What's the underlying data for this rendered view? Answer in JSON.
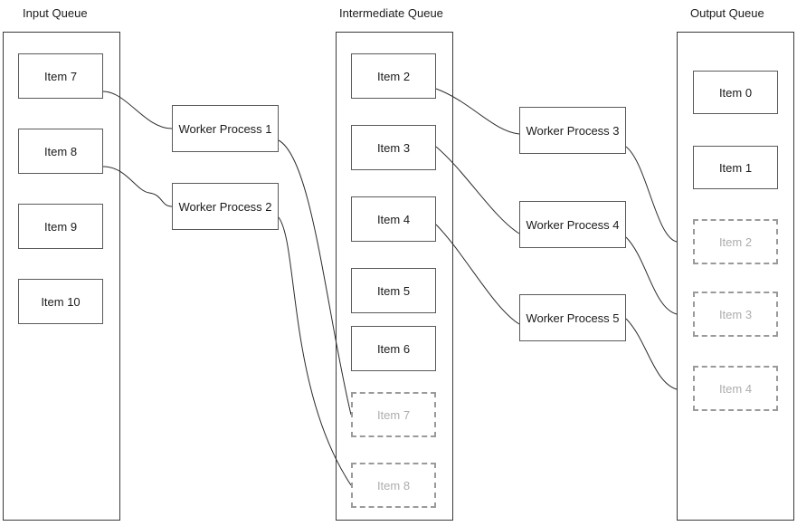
{
  "diagram": {
    "title_input": "Input Queue",
    "title_intermediate": "Intermediate Queue",
    "title_output": "Output Queue",
    "colors": {
      "background": "#ffffff",
      "box_stroke": "#5a5a5a",
      "container_stroke": "#3a3a3a",
      "edge_stroke": "#2b2b2b",
      "pending_stroke": "#9a9a9a",
      "pending_text": "#adadad",
      "text": "#1a1a1a"
    }
  },
  "input_queue": {
    "title": "Input Queue",
    "items": [
      {
        "label": "Item 7",
        "state": "active"
      },
      {
        "label": "Item 8",
        "state": "active"
      },
      {
        "label": "Item 9",
        "state": "active"
      },
      {
        "label": "Item 10",
        "state": "active"
      }
    ]
  },
  "intermediate_queue": {
    "title": "Intermediate Queue",
    "items": [
      {
        "label": "Item 2",
        "state": "active"
      },
      {
        "label": "Item 3",
        "state": "active"
      },
      {
        "label": "Item 4",
        "state": "active"
      },
      {
        "label": "Item 5",
        "state": "active"
      },
      {
        "label": "Item 6",
        "state": "active"
      },
      {
        "label": "Item 7",
        "state": "pending"
      },
      {
        "label": "Item 8",
        "state": "pending"
      }
    ]
  },
  "output_queue": {
    "title": "Output Queue",
    "items": [
      {
        "label": "Item 0",
        "state": "active"
      },
      {
        "label": "Item 1",
        "state": "active"
      },
      {
        "label": "Item 2",
        "state": "pending"
      },
      {
        "label": "Item 3",
        "state": "pending"
      },
      {
        "label": "Item 4",
        "state": "pending"
      }
    ]
  },
  "workers_stage1": [
    {
      "label": "Worker Process 1"
    },
    {
      "label": "Worker Process 2"
    }
  ],
  "workers_stage2": [
    {
      "label": "Worker Process 3"
    },
    {
      "label": "Worker Process 4"
    },
    {
      "label": "Worker Process 5"
    }
  ],
  "connections": [
    {
      "from": "input-item-0",
      "to": "worker-1"
    },
    {
      "from": "input-item-1",
      "to": "worker-2"
    },
    {
      "from": "worker-1",
      "to": "intermediate-item-5"
    },
    {
      "from": "worker-2",
      "to": "intermediate-item-6"
    },
    {
      "from": "intermediate-item-0",
      "to": "worker-3"
    },
    {
      "from": "intermediate-item-1",
      "to": "worker-4"
    },
    {
      "from": "intermediate-item-2",
      "to": "worker-5"
    },
    {
      "from": "worker-3",
      "to": "output-item-2"
    },
    {
      "from": "worker-4",
      "to": "output-item-3"
    },
    {
      "from": "worker-5",
      "to": "output-item-4"
    }
  ]
}
